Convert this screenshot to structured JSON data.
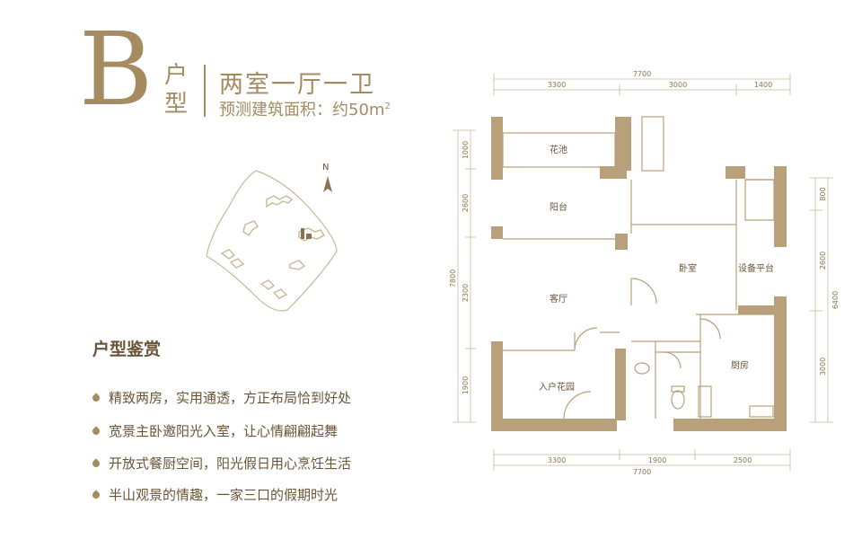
{
  "header": {
    "unit_letter": "B",
    "unit_suffix_1": "户",
    "unit_suffix_2": "型",
    "layout_name": "两室一厅一卫",
    "area_label": "预测建筑面积：约50m",
    "area_superscript": "2"
  },
  "site_plan": {
    "north_label": "N"
  },
  "features": {
    "title": "户型鉴赏",
    "items": [
      "精致两房，实用通透，方正布局恰到好处",
      "宽景主卧邀阳光入室，让心情翩翩起舞",
      "开放式餐厨空间，阳光假日用心烹饪生活",
      "半山观景的情趣，一家三口的假期时光"
    ]
  },
  "floor_plan": {
    "rooms": {
      "flower_pool": "花池",
      "balcony": "阳台",
      "bedroom": "卧室",
      "equipment": "设备平台",
      "living": "客厅",
      "kitchen": "厨房",
      "entry_garden": "入户花园"
    },
    "dims_top": {
      "total": "7700",
      "a": "3300",
      "b": "3000",
      "c": "1400"
    },
    "dims_bottom": {
      "a": "3300",
      "b": "1900",
      "c": "2500",
      "total": "7700"
    },
    "dims_left": {
      "a": "1000",
      "b": "2600",
      "c": "2300",
      "d": "1900",
      "total": "7800"
    },
    "dims_right": {
      "a": "800",
      "b": "2600",
      "c": "3000",
      "total": "6400"
    }
  },
  "colors": {
    "accent": "#a48b60",
    "wall": "#b8a07a",
    "text": "#6a5537"
  }
}
